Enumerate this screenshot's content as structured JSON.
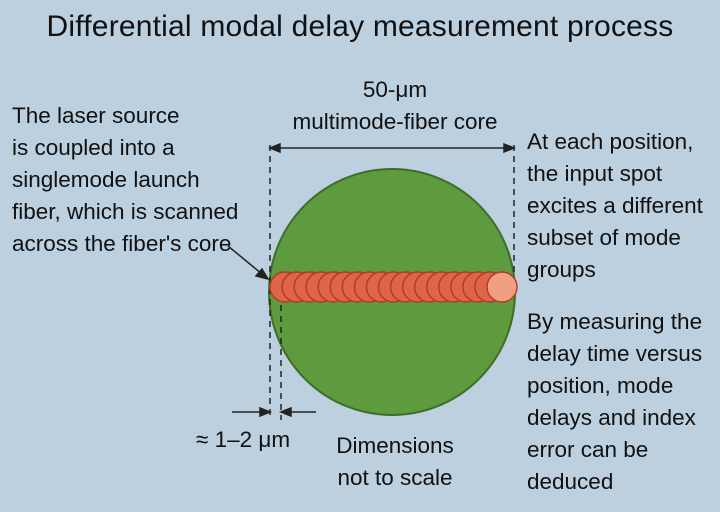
{
  "title": "Differential modal delay measurement process",
  "dimension_label": "50-μm\nmultimode-fiber core",
  "left_note": "The laser source\nis coupled into a\nsinglemode launch\nfiber, which is scanned\nacross the fiber's core",
  "right_note": "At each position,\nthe input spot\nexcites a different\nsubset of mode\ngroups",
  "measure_note": "By measuring the\ndelay time versus\nposition, mode\ndelays and index\nerror can be\ndeduced",
  "scale_note": "Dimensions\nnot to scale",
  "spot_label": "≈ 1–2 μm",
  "colors": {
    "background": "#bcd0e0",
    "fiber_core": "#5e9a3e",
    "fiber_core_edge": "#3f6e28",
    "spot_fill": "#e0644a",
    "spot_last": "#f0a080",
    "spot_stroke": "#b03a28",
    "line": "#222222"
  },
  "spot_count": 19
}
